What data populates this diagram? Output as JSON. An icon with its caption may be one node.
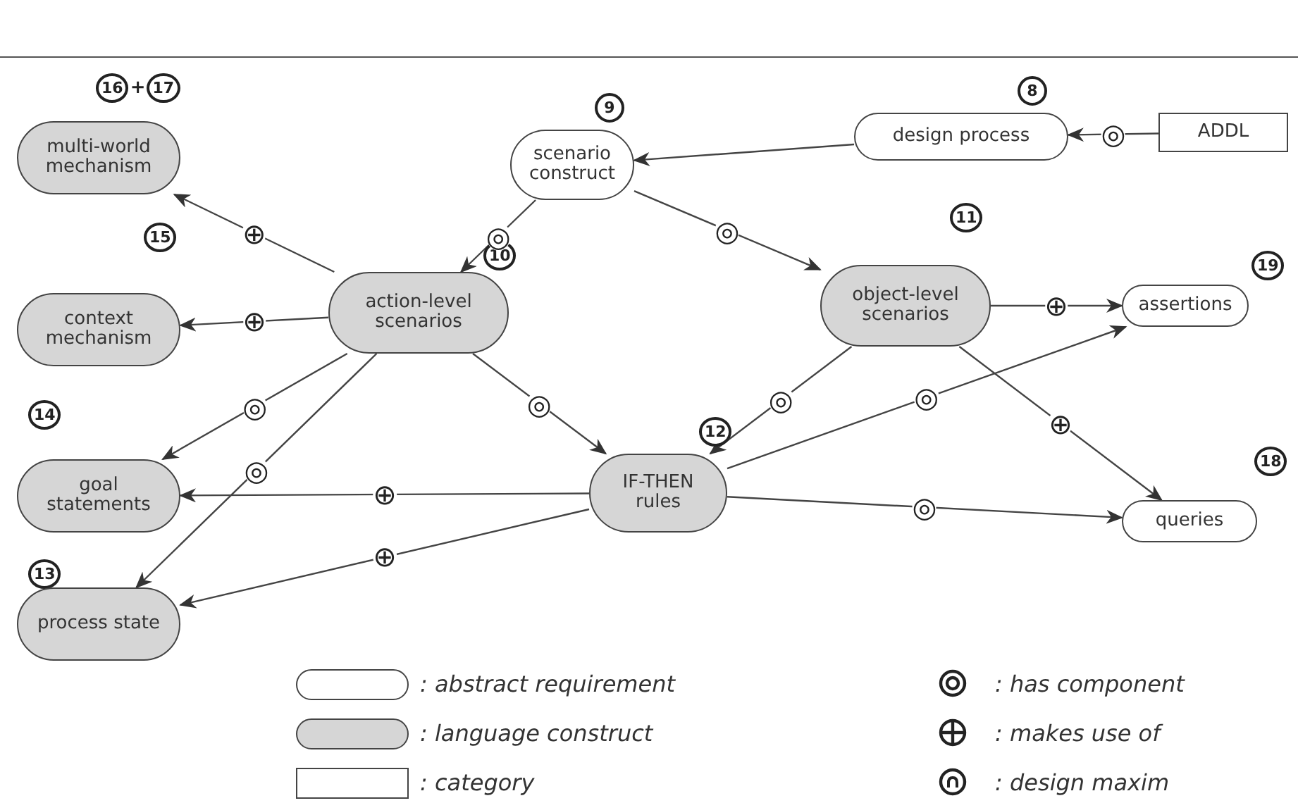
{
  "diagram": {
    "nodes": [
      {
        "text": [
          "ADDL"
        ]
      },
      {
        "text": [
          "design process"
        ],
        "beside": [
          "8"
        ]
      },
      {
        "text": [
          "scenario construct"
        ],
        "beside": [
          "9"
        ]
      },
      {
        "text": [
          "action-level scenarios"
        ],
        "beside": [
          "10"
        ]
      },
      {
        "text": [
          "object-level scenarios"
        ],
        "beside": [
          "11"
        ]
      },
      {
        "text": [
          "multi-world mechanism"
        ],
        "beside": [
          "16",
          "+",
          "17"
        ]
      },
      {
        "text": [
          "context mechanism"
        ],
        "beside": [
          "15"
        ]
      },
      {
        "text": [
          "goal statements"
        ],
        "beside": [
          "14"
        ]
      },
      {
        "text": [
          "IF-THEN rules"
        ],
        "beside": [
          "12"
        ]
      },
      {
        "text": [
          "assertions"
        ],
        "beside": [
          "19"
        ]
      },
      {
        "text": [
          "queries"
        ],
        "beside": [
          "18"
        ]
      },
      {
        "text": [
          "process state"
        ],
        "beside": [
          "13"
        ]
      }
    ],
    "edges": [
      {
        "from": 0,
        "to": 1,
        "arrow": "to",
        "label": "◎"
      },
      {
        "from": 1,
        "to": 2,
        "arrow": "to"
      },
      {
        "from": 2,
        "to": 3,
        "arrow": "to",
        "label": "◎"
      },
      {
        "from": 2,
        "to": 4,
        "arrow": "to",
        "label": "◎"
      },
      {
        "from": 3,
        "to": 5,
        "arrow": "to",
        "label": "⊕"
      },
      {
        "from": 3,
        "to": 6,
        "arrow": "to",
        "label": "⊕"
      },
      {
        "from": 3,
        "to": 7,
        "arrow": "to",
        "label": "◎"
      },
      {
        "from": 3,
        "to": 11,
        "arrow": "to",
        "label": "◎"
      },
      {
        "from": 3,
        "to": 8,
        "arrow": "to",
        "label": "◎"
      },
      {
        "from": 4,
        "to": 8,
        "arrow": "to",
        "label": "◎"
      },
      {
        "from": 4,
        "to": 9,
        "arrow": "to",
        "label": "⊕"
      },
      {
        "from": 4,
        "to": 10,
        "arrow": "to",
        "label": "⊕"
      },
      {
        "from": 8,
        "to": 7,
        "arrow": "to",
        "label": "⊕"
      },
      {
        "from": 8,
        "to": 11,
        "arrow": "to",
        "label": "⊕"
      },
      {
        "from": 8,
        "to": 9,
        "arrow": "to",
        "label": "◎"
      },
      {
        "from": 8,
        "to": 10,
        "arrow": "to",
        "label": "◎"
      }
    ],
    "legend": [
      {
        "text": ": abstract requirement",
        "color": "#ffffff"
      },
      {
        "text": ": language construct",
        "color": "#d6d6d6"
      },
      {
        "text": ": category",
        "color": "#ffffff"
      },
      {
        "text": ": has component"
      },
      {
        "text": ": makes use of"
      },
      {
        "text": ": design maxim"
      }
    ]
  }
}
